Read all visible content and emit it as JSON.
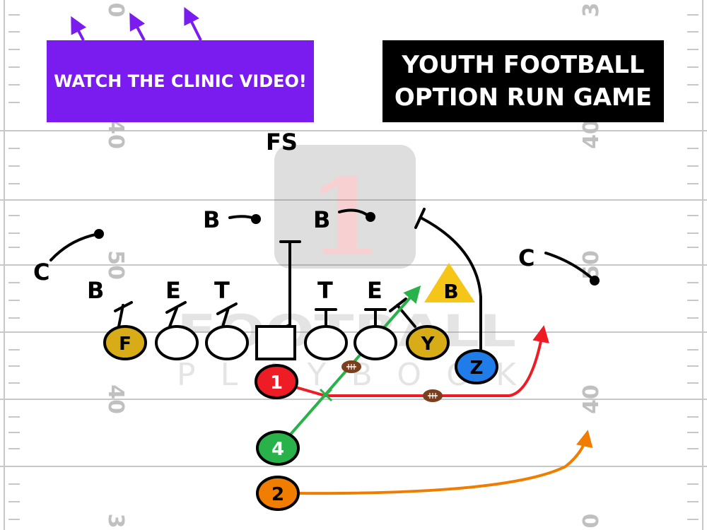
{
  "video_banner": {
    "label": "WATCH THE CLINIC VIDEO!"
  },
  "title": {
    "line1": "YOUTH FOOTBALL",
    "line2": "OPTION RUN GAME"
  },
  "field_numbers": {
    "left_top": "0",
    "left_upper": "40",
    "left_mid": "50",
    "left_lower": "40",
    "left_bottom": "3",
    "right_top": "3",
    "right_upper": "40",
    "right_mid": "50",
    "right_lower": "40",
    "right_bottom": "0"
  },
  "watermark": {
    "number": "1",
    "word_top": "FOOTBALL",
    "word_bottom": "PLAYBOOK"
  },
  "defense": {
    "fs": "FS",
    "lb_left": "B",
    "lb_mid": "B",
    "cb_left": "C",
    "cb_right": "C",
    "b_left": "B",
    "e_left": "E",
    "t_left": "T",
    "t_right": "T",
    "e_right": "E",
    "b_right": "B"
  },
  "offense": {
    "f": "F",
    "y": "Y",
    "z": "Z",
    "qb": "1",
    "rb": "4",
    "wb": "2"
  },
  "colors": {
    "banner": "#7a1cf0",
    "qb": "#ee1c25",
    "rb": "#2ab24a",
    "wb": "#f07d00",
    "z": "#1f7ce8",
    "skill": "#d8ac17",
    "triangle": "#f5c518"
  }
}
